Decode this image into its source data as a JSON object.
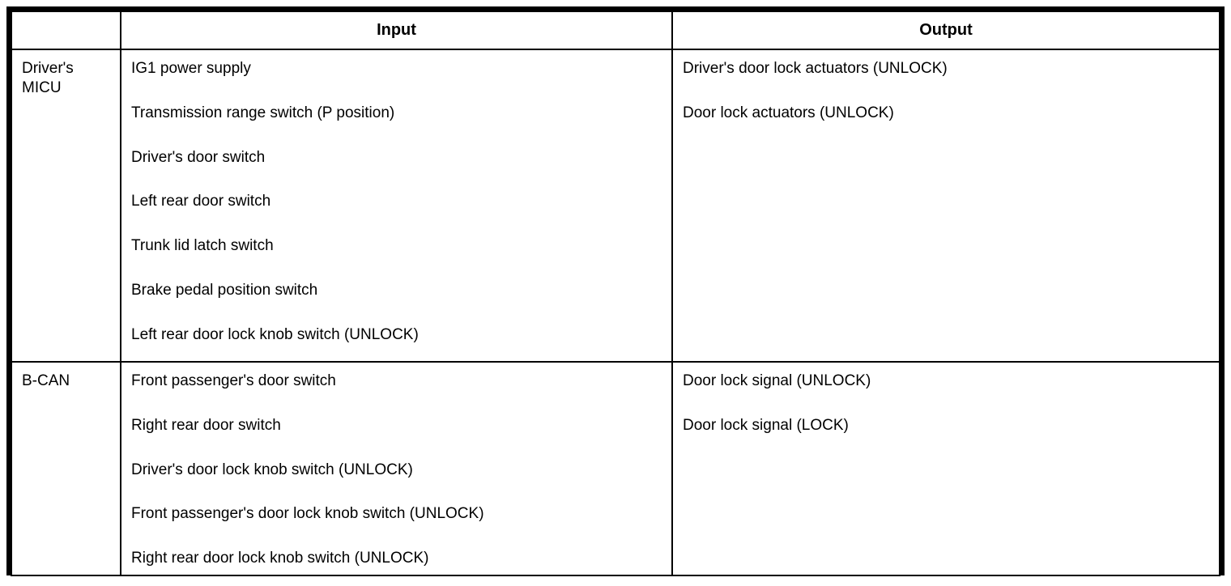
{
  "table": {
    "columns": {
      "input": "Input",
      "output": "Output"
    },
    "rows": [
      {
        "label": "Driver's MICU",
        "inputs": [
          "IG1 power supply",
          "Transmission range switch (P position)",
          "Driver's door switch",
          "Left rear door switch",
          "Trunk lid latch switch",
          "Brake pedal position switch",
          "Left rear door lock knob switch (UNLOCK)"
        ],
        "outputs": [
          "Driver's door lock actuators (UNLOCK)",
          "Door lock actuators (UNLOCK)"
        ]
      },
      {
        "label": "B-CAN",
        "inputs": [
          "Front passenger's door switch",
          "Right rear door switch",
          "Driver's door lock knob switch (UNLOCK)",
          "Front passenger's door lock knob switch (UNLOCK)",
          "Right rear door lock knob switch (UNLOCK)"
        ],
        "outputs": [
          "Door lock signal (UNLOCK)",
          "Door lock signal (LOCK)"
        ]
      }
    ]
  }
}
